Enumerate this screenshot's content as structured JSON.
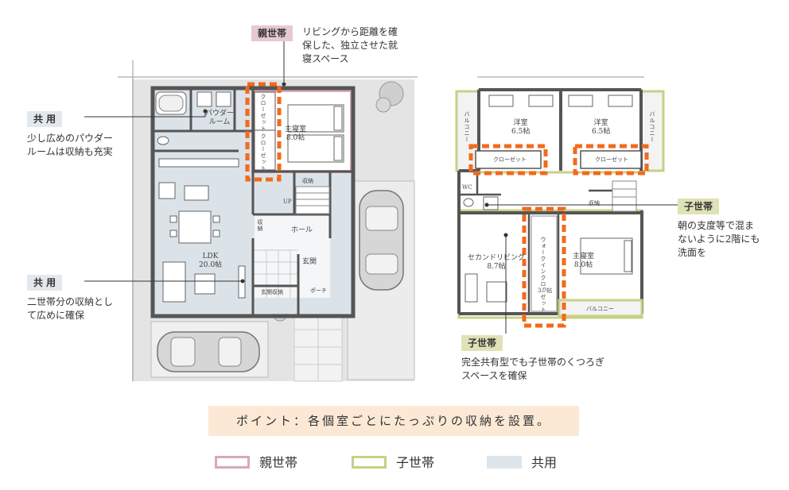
{
  "annotations": {
    "parent_tag": "親世帯",
    "parent_text": [
      "リビングから距離を確",
      "保した、独立させた就",
      "寝スペース"
    ],
    "common1_tag": "共 用",
    "common1_text": [
      "少し広めのパウダー",
      "ルームは収納も充実"
    ],
    "common2_tag": "共 用",
    "common2_text": [
      "二世帯分の収納とし",
      "て広めに確保"
    ],
    "child1_tag": "子世帯",
    "child1_text": [
      "朝の支度等で混ま",
      "ないように2階にも",
      "洗面を"
    ],
    "child2_tag": "子世帯",
    "child2_text": [
      "完全共有型でも子世帯のくつろぎ",
      "スペースを確保"
    ]
  },
  "floor1_rooms": {
    "powder": [
      "パウダー",
      "ルーム"
    ],
    "closet1": "クローゼット",
    "closet2": "クローゼット",
    "master": [
      "主寝室",
      "8.0帖"
    ],
    "ldk": [
      "LDK",
      "20.0帖"
    ],
    "hall": "ホール",
    "entrance": "玄関",
    "shoebox": "玄関収納",
    "storage": "収納",
    "storage2": "収納",
    "up": "UP",
    "porch": "ポーチ"
  },
  "floor2_rooms": {
    "western1": [
      "洋室",
      "6.5帖"
    ],
    "western2": [
      "洋室",
      "6.5帖"
    ],
    "closet_a": "クローゼット",
    "closet_b": "クローゼット",
    "balcony_left": "バルコニー",
    "balcony_right": "バルコニー",
    "balcony_bottom": "バルコニー",
    "wc": "WC",
    "storage": "収納",
    "second_living": [
      "セカンドリビング",
      "8.7帖"
    ],
    "walkin": "ウォークインクローゼット",
    "walkin_size": "3.7帖",
    "master": [
      "主寝室",
      "8.0帖"
    ]
  },
  "point": "ポイント：各個室ごとにたっぷりの収納を設置。",
  "legend": [
    {
      "label": "親世帯",
      "color": "#d9a9b8"
    },
    {
      "label": "子世帯",
      "color": "#c9cf86"
    },
    {
      "label": "共用",
      "color": "#dde5ea"
    }
  ],
  "colors": {
    "parent": "#d9a9b8",
    "child": "#c9cf86",
    "common": "#dde5ea",
    "highlight": "#f26a1b",
    "wall": "#555555",
    "ground": "#e6e6e6"
  }
}
